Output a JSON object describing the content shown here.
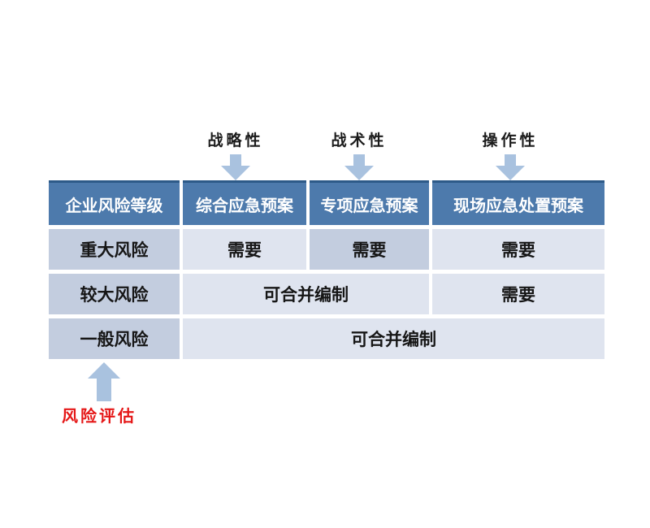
{
  "colors": {
    "header_bg": "#4d7aac",
    "header_border": "#2d5a88",
    "header_text": "#ffffff",
    "row_label_bg": "#c3cddf",
    "cell_bg": "#dfe4ef",
    "highlight_cell_bg": "#c3cddf",
    "arrow": "#a9c2df",
    "red_label": "#e51717",
    "body_text": "#161616"
  },
  "annotations": {
    "top_labels": [
      {
        "label": "战略性"
      },
      {
        "label": "战术性"
      },
      {
        "label": "操作性"
      }
    ],
    "bottom_label": "风险评估"
  },
  "table": {
    "headers": [
      "企业风险等级",
      "综合应急预案",
      "专项应急预案",
      "现场应急处置预案"
    ],
    "rows": [
      {
        "level": "重大风险",
        "cells": [
          "需要",
          "需要",
          "需要"
        ]
      },
      {
        "level": "较大风险",
        "cells": [
          "可合并编制",
          "需要"
        ]
      },
      {
        "level": "一般风险",
        "cells": [
          "可合并编制"
        ]
      }
    ]
  }
}
